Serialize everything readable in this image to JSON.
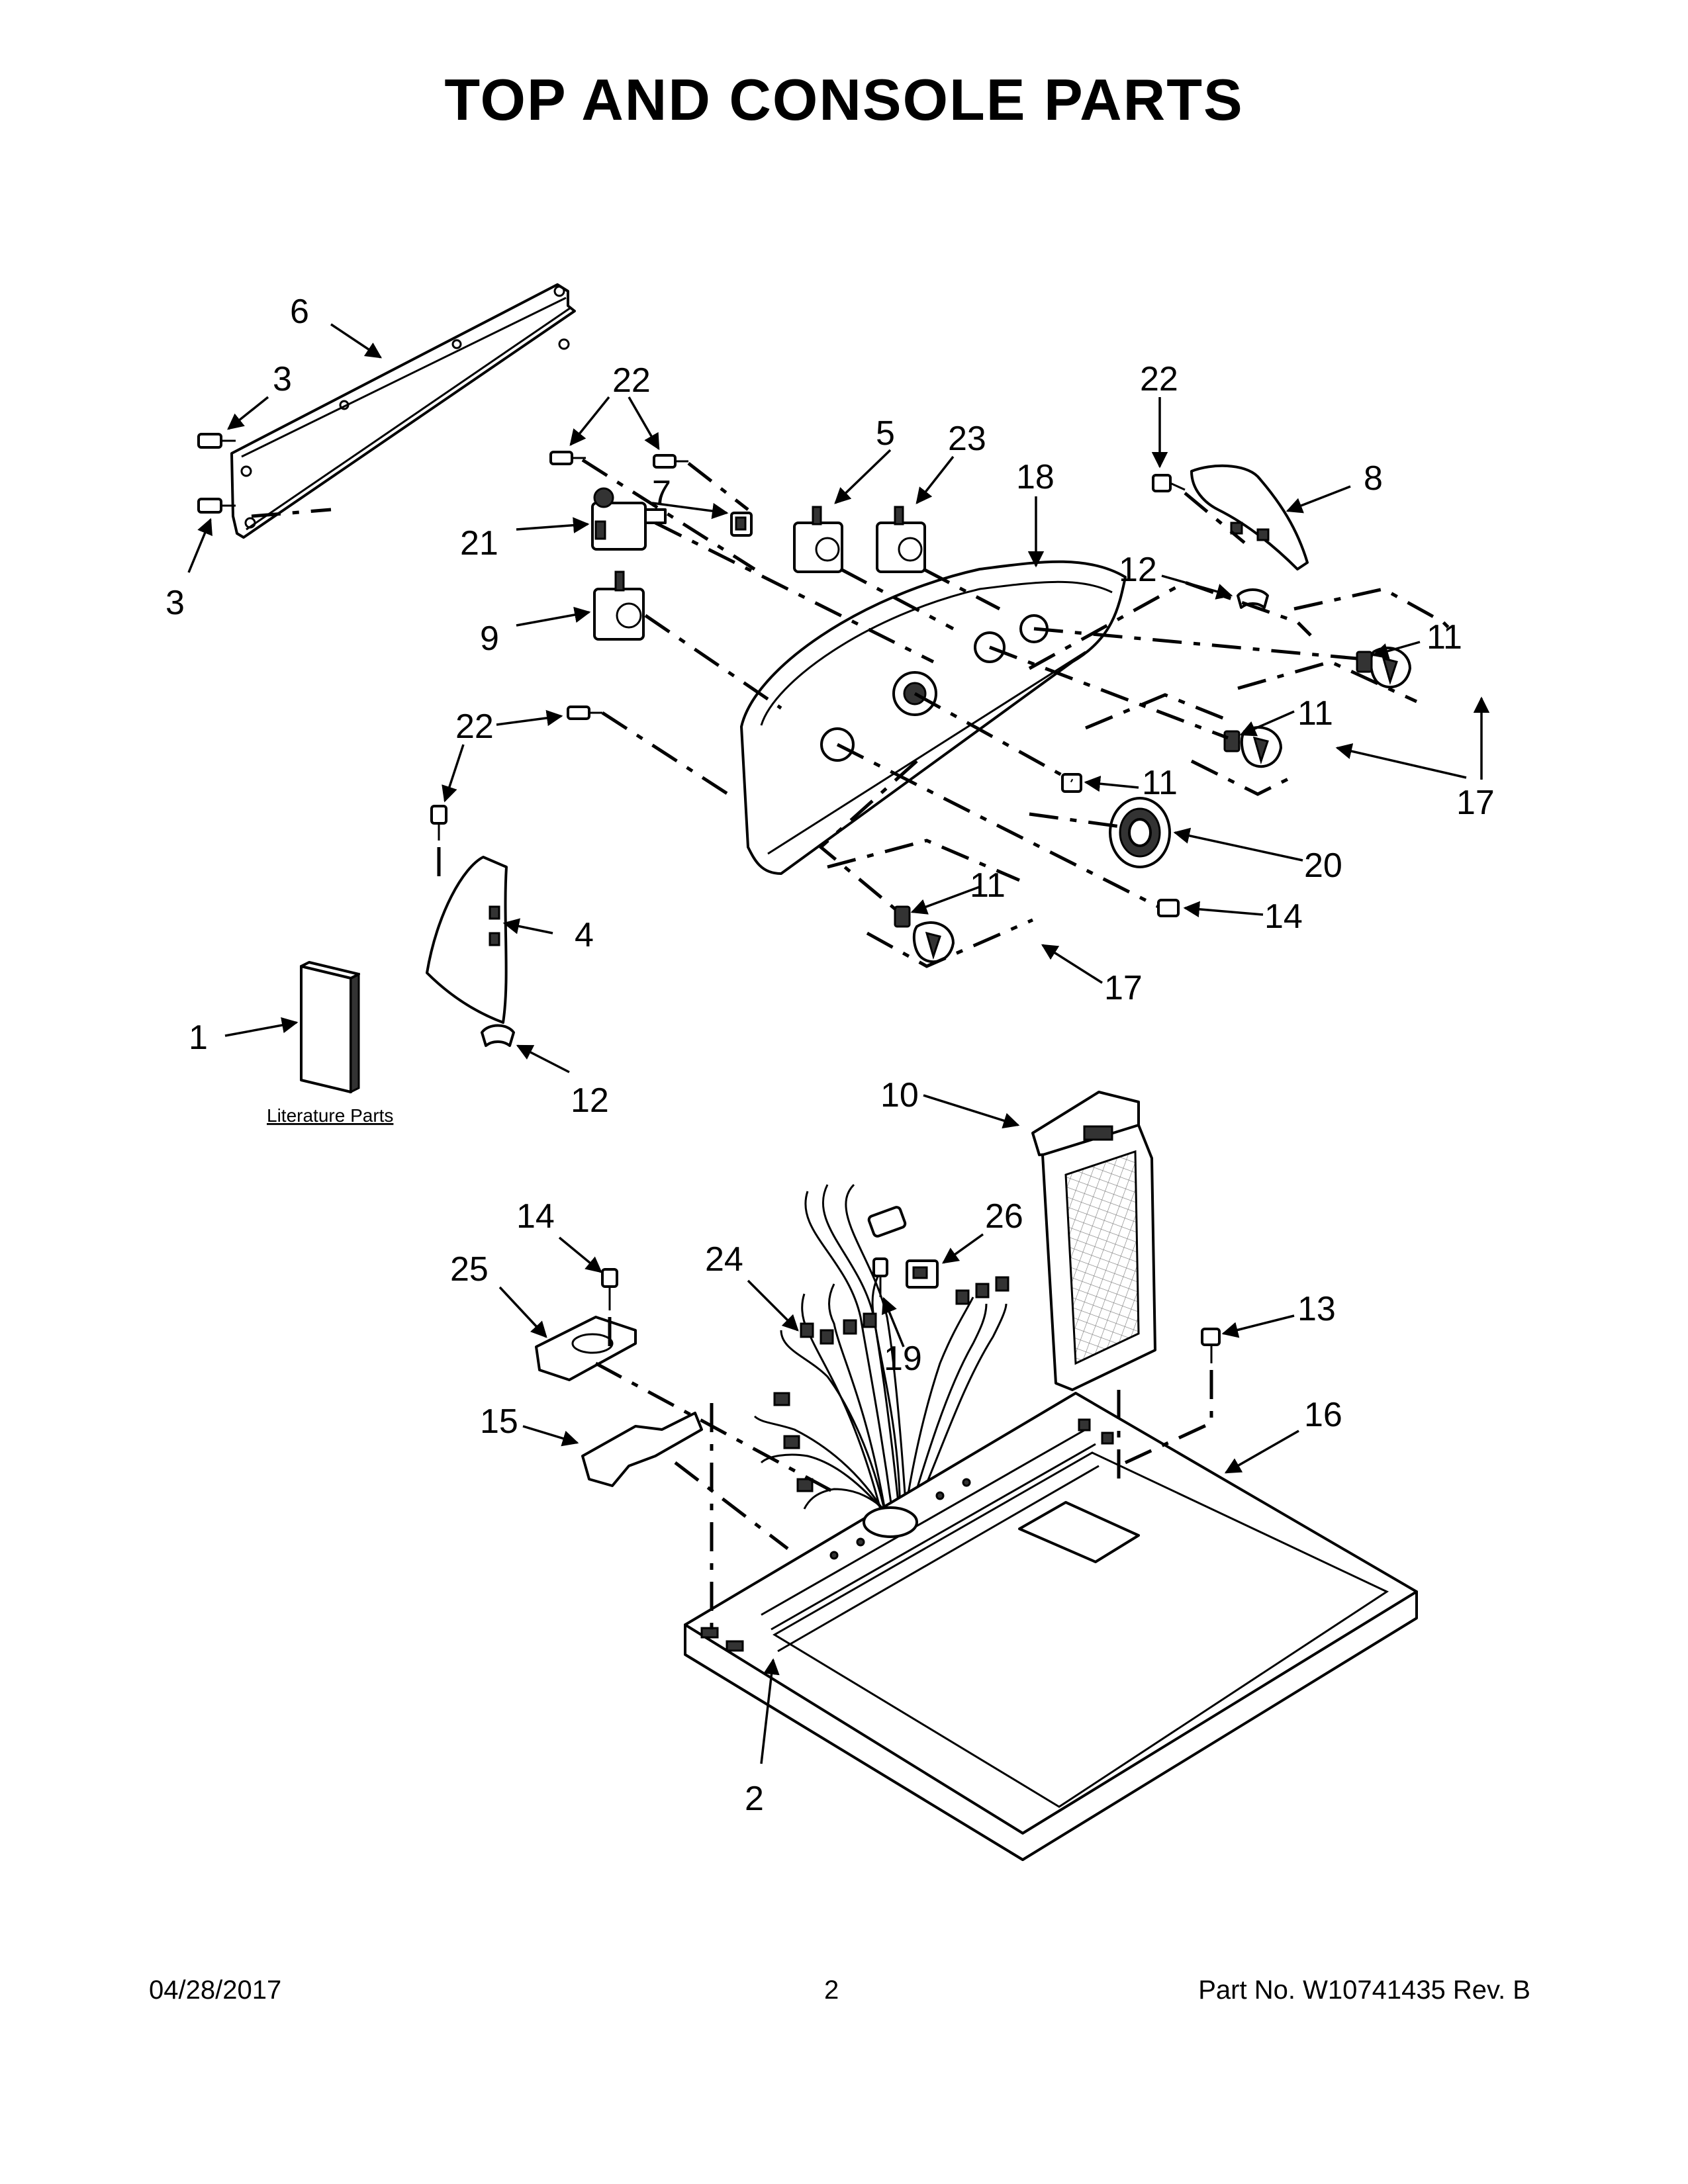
{
  "title": "TOP AND CONSOLE PARTS",
  "literature_label": "Literature Parts",
  "callouts": {
    "c1": "1",
    "c2": "2",
    "c3a": "3",
    "c3b": "3",
    "c4": "4",
    "c5": "5",
    "c6": "6",
    "c7": "7",
    "c8": "8",
    "c9": "9",
    "c10": "10",
    "c11a": "11",
    "c11b": "11",
    "c11c": "11",
    "c11d": "11",
    "c12a": "12",
    "c12b": "12",
    "c13": "13",
    "c14a": "14",
    "c14b": "14",
    "c15": "15",
    "c16": "16",
    "c17a": "17",
    "c17b": "17",
    "c18": "18",
    "c19": "19",
    "c20": "20",
    "c21": "21",
    "c22a": "22",
    "c22b": "22",
    "c22c": "22",
    "c23": "23",
    "c24": "24",
    "c25": "25",
    "c26": "26"
  },
  "footer": {
    "date": "04/28/2017",
    "page": "2",
    "part_no": "Part No.  W10741435  Rev.  B"
  }
}
